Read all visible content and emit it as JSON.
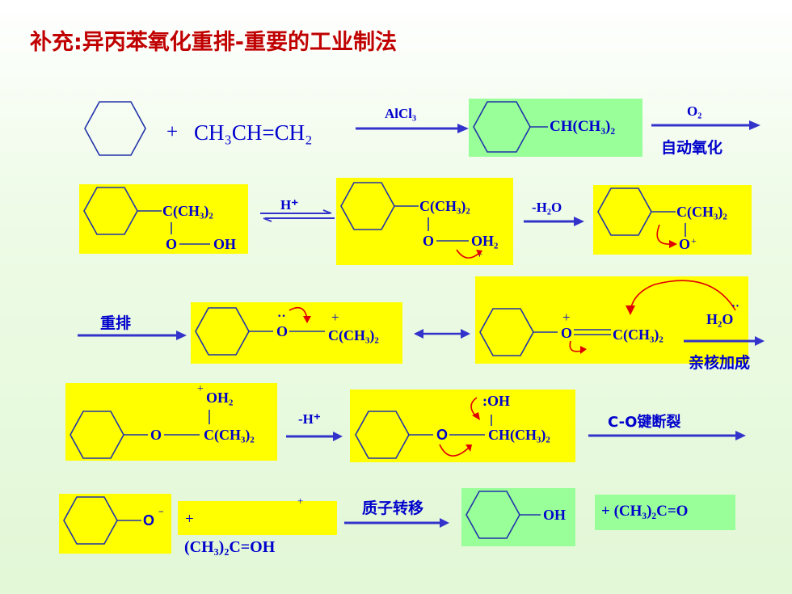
{
  "title": "补充:异丙苯氧化重排-重要的工业制法",
  "row1": {
    "plus": "+",
    "reagent": "CH₃CH=CH₂",
    "arrow1_label": "AlCl₃",
    "product": "CH(CH₃)₂",
    "arrow2_label_top": "O₂",
    "arrow2_label_bottom": "自动氧化"
  },
  "row2": {
    "hydroperoxide_group": "C(CH₃)₂",
    "hydroperoxide_o": "O",
    "hydroperoxide_oh": "OH",
    "eq_label": "H⁺",
    "prot_group": "C(CH₃)₂",
    "prot_o": "O",
    "prot_oh2": "OH₂",
    "prot_charge": "+",
    "arrow_label": "-H₂O",
    "oxenium_group": "C(CH₃)₂",
    "oxenium_o": "O",
    "oxenium_charge": "+"
  },
  "row3": {
    "arrow_label": "重排",
    "carbocation_o": "O",
    "carbocation_group": "C(CH₃)₂",
    "carbocation_charge": "+",
    "lone_pair": "··",
    "oxocarbenium_o": "O",
    "oxocarbenium_group": "C(CH₃)₂",
    "oxocarbenium_charge": "+",
    "water": "H₂O",
    "water_lone_pair": "··",
    "nucleophilic_addition": "亲核加成"
  },
  "row4": {
    "adduct_oh2": "OH₂",
    "adduct_charge": "+",
    "adduct_o": "O",
    "adduct_group": "C(CH₃)₂",
    "arrow_label": "-H⁺",
    "hemiketal_oh": ":OH",
    "hemiketal_o": "O",
    "hemiketal_group": "CH(CH₃)₂",
    "cleavage_label": "C-O键断裂"
  },
  "row5": {
    "phenoxide_o": "O",
    "phenoxide_charge": "−",
    "plus": "+",
    "plus_charge": "+",
    "protonated_acetone": "(CH₃)₂C=OH",
    "arrow_label": "质子转移",
    "phenol_oh": "OH",
    "acetone": "+ (CH₃)₂C=O"
  },
  "colors": {
    "title": "#c00000",
    "text": "#0000cc",
    "highlight_yellow": "#ffff00",
    "highlight_green": "#99ff99",
    "arrow": "#3333cc",
    "electron_arrow": "#e00000"
  }
}
